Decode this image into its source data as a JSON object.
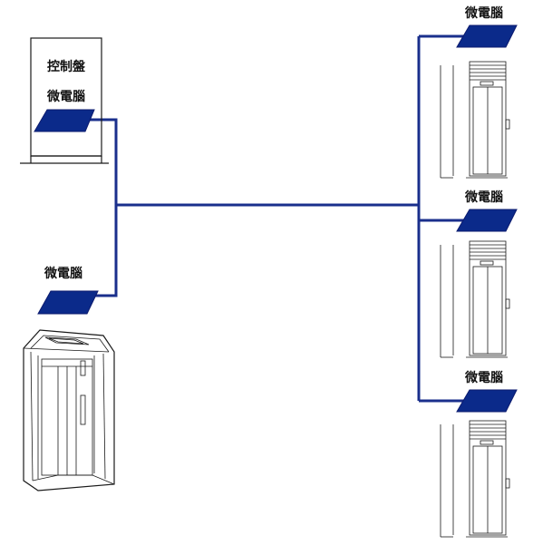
{
  "colors": {
    "network_line": "#1a2f8c",
    "microcomputer_fill": "#0b2a8a",
    "outline": "#1a1a1a",
    "background": "#ffffff"
  },
  "control_panel": {
    "title": "控制盤",
    "computer_label": "微電腦"
  },
  "main_car": {
    "computer_label": "微電腦"
  },
  "hall_elevators": [
    {
      "computer_label": "微電腦"
    },
    {
      "computer_label": "微電腦"
    },
    {
      "computer_label": "微電腦"
    }
  ]
}
